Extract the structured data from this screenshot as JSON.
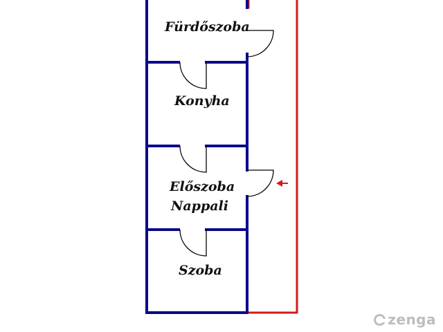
{
  "rooms": [
    {
      "id": "furdoszoba",
      "label": "Fürdőszoba"
    },
    {
      "id": "konyha",
      "label": "Konyha"
    },
    {
      "id": "eloszoba",
      "label": "Előszoba"
    },
    {
      "id": "nappali",
      "label": "Nappali"
    },
    {
      "id": "szoba",
      "label": "Szoba"
    }
  ],
  "colors": {
    "walls": "#0a0a8c",
    "corridor": "#d41919",
    "door_arc": "#000000",
    "entrance_arrow": "#d41919",
    "watermark": "#bdbdbd"
  },
  "watermark": {
    "text": "zenga",
    "icon": "zenga-logo-icon"
  }
}
